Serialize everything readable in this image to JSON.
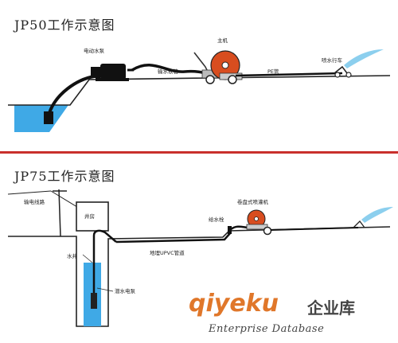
{
  "jp50": {
    "title": "JP50工作示意图",
    "labels": {
      "pump": "电动水泵",
      "main_unit": "主机",
      "hose": "输水软管",
      "pe_pipe": "PE管",
      "sprinkler_cart": "喷水行车"
    }
  },
  "jp75": {
    "title": "JP75工作示意图",
    "labels": {
      "power_line": "输电线路",
      "pump_house": "井房",
      "well": "水井",
      "submersible_pump": "潜水电泵",
      "upvc_pipe": "地埋UPVC管道",
      "hydrant": "给水栓",
      "reel_irrigator": "卷盘式喷灌机"
    }
  },
  "watermark": {
    "brand": "qiyeku",
    "cn": "企业库",
    "en": "Enterprise Database"
  },
  "colors": {
    "water": "#3fa9e6",
    "reel": "#d84d1f",
    "pipe": "#111111",
    "divider": "#c9302c",
    "watermark_orange": "#e0772a"
  }
}
